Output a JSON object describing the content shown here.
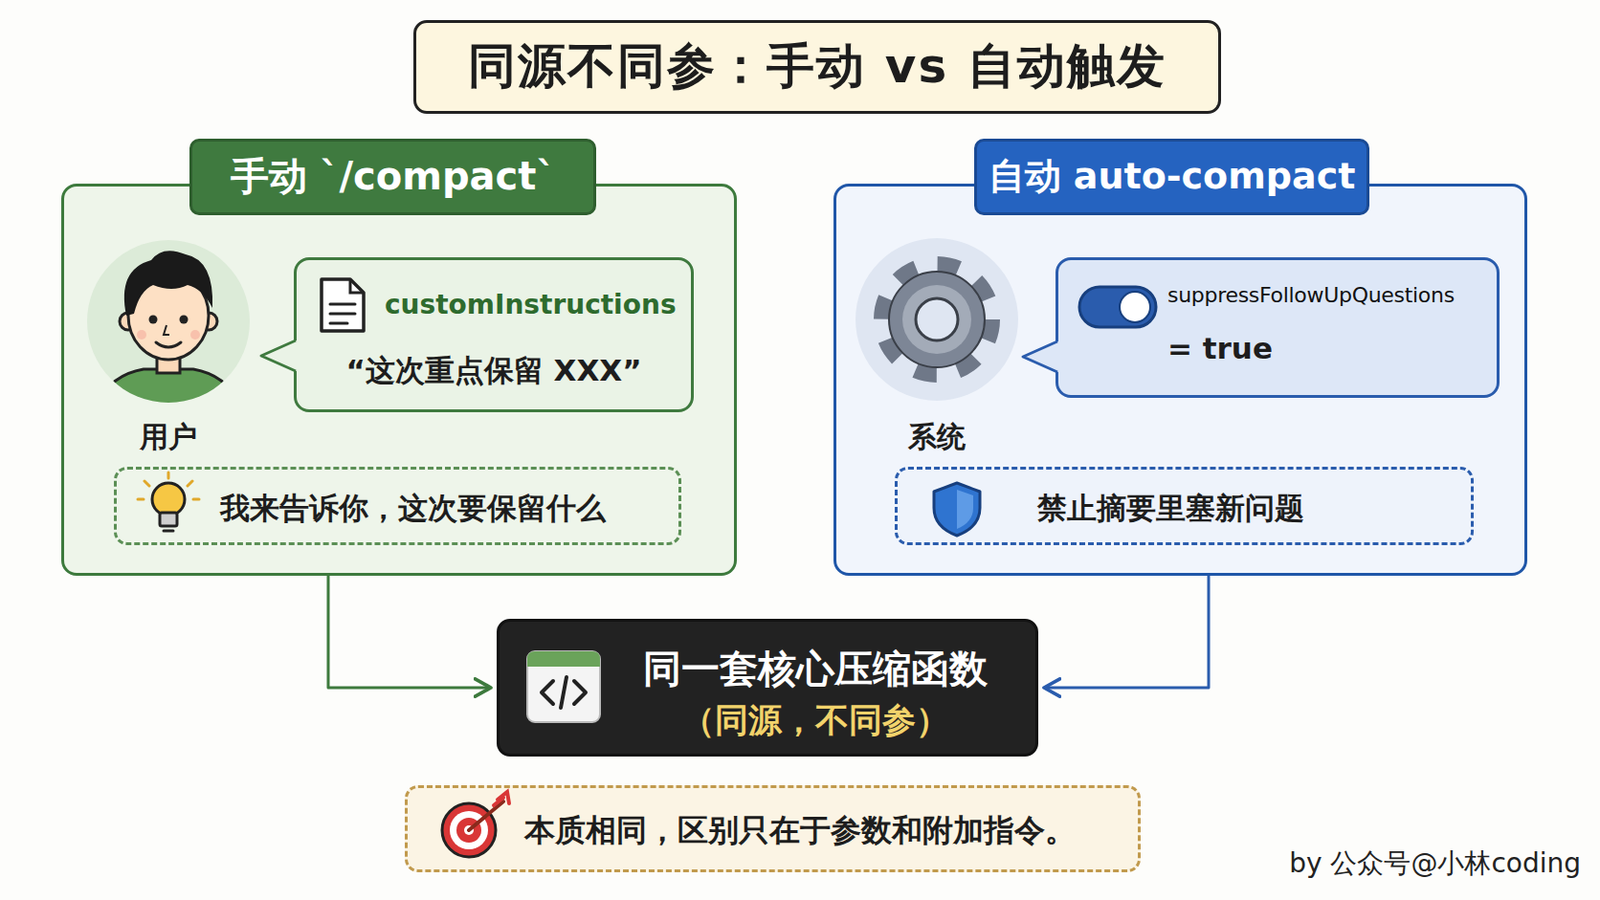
{
  "diagram": {
    "title": "同源不同参：手动 vs 自动触发",
    "nodes": [
      {
        "text": [
          "手动 `/compact`"
        ]
      },
      {
        "text": [
          "用户"
        ],
        "in": 0
      },
      {
        "text": [
          "customInstructions",
          "“这次重点保留 XXX”"
        ],
        "in": 0
      },
      {
        "text": [
          "我来告诉你，这次要保留什么"
        ],
        "in": 0
      },
      {
        "text": [
          "自动 auto-compact"
        ]
      },
      {
        "text": [
          "系统"
        ],
        "in": 4
      },
      {
        "text": [
          "suppressFollowUpQuestions",
          "= true"
        ],
        "in": 4
      },
      {
        "text": [
          "禁止摘要里塞新问题"
        ],
        "in": 4
      },
      {
        "text": [
          "同一套核心压缩函数",
          "（同源，不同参）"
        ]
      },
      {
        "text": [
          "本质相同，区别只在于参数和附加指令。"
        ]
      }
    ],
    "edges": [
      {
        "from": 0,
        "to": 8,
        "arrow": "to"
      },
      {
        "from": 4,
        "to": 8,
        "arrow": "to"
      }
    ],
    "labels": [
      "by 公众号@小林coding"
    ]
  }
}
